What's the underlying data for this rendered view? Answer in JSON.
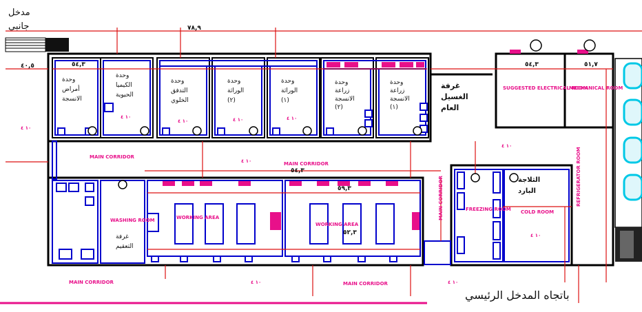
{
  "labels": {
    "side_entrance_line1": "مدخل",
    "side_entrance_line2": "جانبي",
    "main_entrance": "باتجاه المدخل الرئيسي",
    "main_corridor": "MAIN CORRIDOR",
    "working_area": "WORKING AREA",
    "washing_room": "WASHING ROOM",
    "suggested_electrical_room": "SUGGESTED ELECTRICAL ROOM",
    "mechanical_room": "MECHANICAL ROOM",
    "cold_room": "COLD ROOM",
    "freezing_room": "FREEZING ROOM",
    "refrigerator_room": "REFRIGERATOR ROOM",
    "main_corridor_vertical": "MAIN CORRIDOR"
  },
  "rooms_ar": [
    {
      "id": "r1",
      "lines": [
        "وحدة",
        "أمراض",
        "الانسجة"
      ]
    },
    {
      "id": "r2",
      "lines": [
        "وحدة",
        "الكيميا",
        "الحيوية"
      ]
    },
    {
      "id": "r3",
      "lines": [
        "وحدة",
        "التدفق",
        "الخلوي"
      ]
    },
    {
      "id": "r4",
      "lines": [
        "وحدة",
        "الوراثة",
        "(٢)"
      ]
    },
    {
      "id": "r5",
      "lines": [
        "وحدة",
        "الوراثة",
        "(١)"
      ]
    },
    {
      "id": "r6",
      "lines": [
        "وحدة",
        "زراعة",
        "الانسجة",
        "(٢)"
      ]
    },
    {
      "id": "r7",
      "lines": [
        "وحدة",
        "زراعة",
        "الانسجة",
        "(١)"
      ]
    },
    {
      "id": "r8",
      "lines": [
        "غرفة",
        "الغسيل",
        "العام"
      ]
    },
    {
      "id": "r9",
      "lines": [
        "الثلاجة",
        "البارد"
      ]
    },
    {
      "id": "r10",
      "lines": [
        "غرفة",
        "التعقيم"
      ]
    }
  ],
  "dims": {
    "top_overall": "٧٨,٩",
    "d1": "٤٠,٥",
    "d2": "٥٤,٣",
    "d3": "٥٤,٣",
    "d4": "٥١,٧",
    "d5": "٥٤,٣",
    "d6": "٥٩,٣",
    "d7": "٥٢,٣"
  },
  "room_numbers": [
    "١٠ ٤",
    "١٠ ٤",
    "١٠ ٤",
    "١٠ ٤",
    "١٠ ٤",
    "١٠ ٤",
    "١٠ ٤",
    "١٠ ٤",
    "١٠ ٤",
    "١٠ ٤"
  ],
  "colors": {
    "walls": "#000000",
    "blue": "#0000cc",
    "red": "#dd1111",
    "magenta": "#e8108a",
    "cyan": "#00c8e6"
  }
}
